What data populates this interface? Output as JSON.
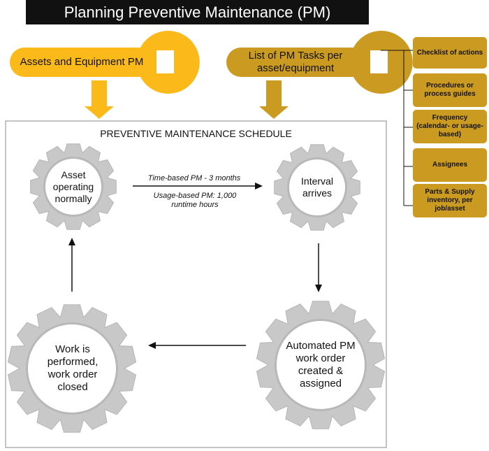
{
  "title": "Planning Preventive Maintenance (PM)",
  "colors": {
    "accent_light": "#FBBA19",
    "accent_dark": "#CA9B20",
    "title_bg": "#111111",
    "gear": "#C8C8C8",
    "gear_center": "#FFFFFF"
  },
  "wrench_left": {
    "label": "Assets and Equipment PM"
  },
  "wrench_right": {
    "label": "List of PM Tasks per asset/equipment"
  },
  "task_items": [
    "Checklist of actions",
    "Procedures or process guides",
    "Frequency (calendar- or usage-based)",
    "Assignees",
    "Parts & Supply inventory, per job/asset"
  ],
  "schedule": {
    "title": "PREVENTIVE MAINTENANCE SCHEDULE",
    "gears": {
      "asset_operating": "Asset operating normally",
      "interval_arrives": "Interval arrives",
      "work_order_created": "Automated PM work order created & assigned",
      "work_performed": "Work is performed, work order closed"
    },
    "notes": {
      "time_based": "Time-based PM - 3 months",
      "usage_based": "Usage-based PM: 1,000 runtime hours"
    }
  }
}
